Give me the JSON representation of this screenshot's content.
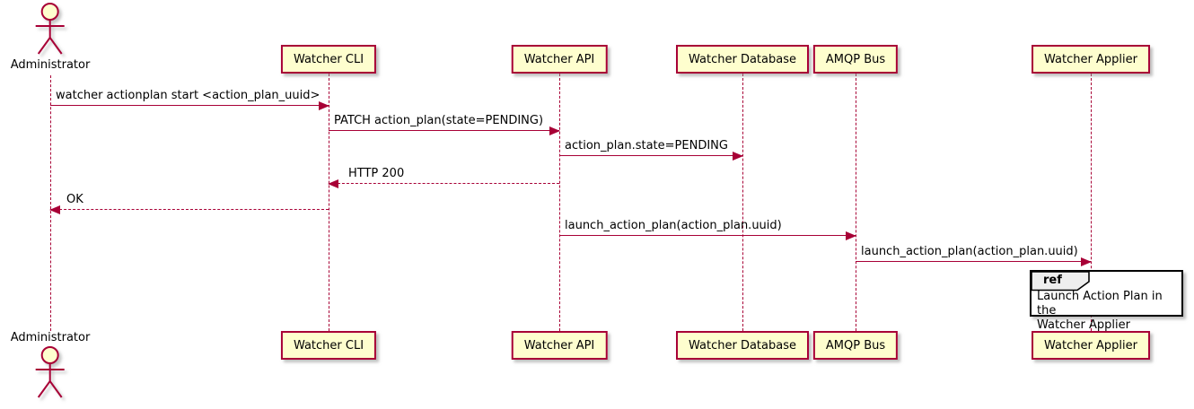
{
  "diagram_type": "uml-sequence",
  "participants": [
    {
      "id": "administrator",
      "name": "Administrator",
      "kind": "actor"
    },
    {
      "id": "watcher-cli",
      "name": "Watcher CLI",
      "kind": "box"
    },
    {
      "id": "watcher-api",
      "name": "Watcher API",
      "kind": "box"
    },
    {
      "id": "watcher-database",
      "name": "Watcher Database",
      "kind": "box"
    },
    {
      "id": "amqp-bus",
      "name": "AMQP Bus",
      "kind": "box"
    },
    {
      "id": "watcher-applier",
      "name": "Watcher Applier",
      "kind": "box"
    }
  ],
  "messages": [
    {
      "from": "Administrator",
      "to": "Watcher CLI",
      "label": "watcher actionplan start <action_plan_uuid>",
      "line": "solid",
      "direction": "right"
    },
    {
      "from": "Watcher CLI",
      "to": "Watcher API",
      "label": "PATCH action_plan(state=PENDING)",
      "line": "solid",
      "direction": "right"
    },
    {
      "from": "Watcher API",
      "to": "Watcher Database",
      "label": "action_plan.state=PENDING",
      "line": "solid",
      "direction": "right"
    },
    {
      "from": "Watcher API",
      "to": "Watcher CLI",
      "label": "HTTP 200",
      "line": "dashed",
      "direction": "left"
    },
    {
      "from": "Watcher CLI",
      "to": "Administrator",
      "label": "OK",
      "line": "dashed",
      "direction": "left"
    },
    {
      "from": "Watcher API",
      "to": "AMQP Bus",
      "label": "launch_action_plan(action_plan.uuid)",
      "line": "solid",
      "direction": "right"
    },
    {
      "from": "AMQP Bus",
      "to": "Watcher Applier",
      "label": "launch_action_plan(action_plan.uuid)",
      "line": "solid",
      "direction": "right"
    }
  ],
  "ref_fragment": {
    "keyword": "ref",
    "over": "Watcher Applier",
    "lines": [
      "Launch Action Plan in the",
      "Watcher Applier"
    ]
  },
  "colors": {
    "participant_fill": "#FEFECE",
    "stroke": "#A80036",
    "text": "#000000",
    "ref_border": "#000000",
    "ref_header_fill": "#EEEEEE",
    "background": "#FFFFFF"
  }
}
